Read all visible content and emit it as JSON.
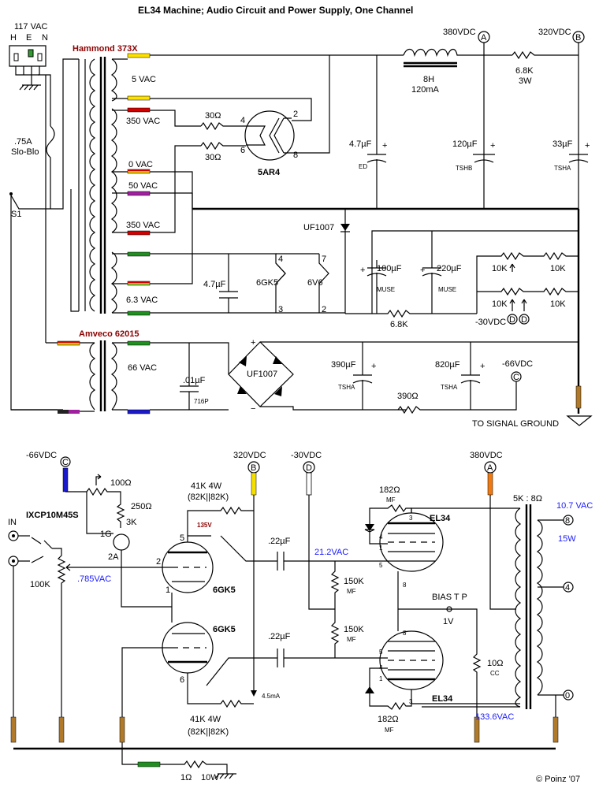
{
  "title": "EL34 Machine; Audio Circuit and Power Supply, One Channel",
  "copyright": "© Poinz '07",
  "mains": {
    "voltage": "117 VAC",
    "pins": [
      "H",
      "E",
      "N"
    ]
  },
  "fuse": {
    "line1": ".75A",
    "line2": "Slo-Blo"
  },
  "switch": "S1",
  "transformers": {
    "power": {
      "name": "Hammond 373X",
      "windings": [
        "5 VAC",
        "350 VAC",
        "0 VAC",
        "50 VAC",
        "350 VAC",
        "6.3 VAC"
      ],
      "color": "#8b0000"
    },
    "bias": {
      "name": "Amveco 62015",
      "winding": "66 VAC"
    },
    "output": {
      "ratio": "5K : 8Ω",
      "volt": "10.7 VAC",
      "power": "15W",
      "taps": [
        "8",
        "4",
        "0"
      ]
    }
  },
  "rectifier": {
    "tube": "5AR4",
    "resistors": [
      "30Ω",
      "30Ω"
    ],
    "pins": [
      "4",
      "2",
      "6",
      "8"
    ]
  },
  "supply": {
    "choke": [
      "8H",
      "120mA"
    ],
    "rail_a": "380VDC",
    "rail_b": "320VDC",
    "dropper": [
      "6.8K",
      "3W"
    ],
    "caps": [
      {
        "value": "4.7µF",
        "code": "ED"
      },
      {
        "value": "120µF",
        "code": "TSHB"
      },
      {
        "value": "33µF",
        "code": "TSHA"
      }
    ],
    "node_labels": [
      "A",
      "B",
      "C",
      "D"
    ]
  },
  "heater": {
    "diode": "UF1007",
    "cap": "4.7µF",
    "tubes": [
      "6GK5",
      "6V6"
    ],
    "pins": [
      "4",
      "7",
      "3",
      "2"
    ],
    "muse_caps": [
      {
        "value": "100µF",
        "code": "MUSE"
      },
      {
        "value": "220µF",
        "code": "MUSE"
      }
    ],
    "resistor": "6.8K",
    "pots": [
      "10K",
      "10K",
      "10K",
      "10K"
    ],
    "bias_out": "-30VDC"
  },
  "bias_supply": {
    "cap": ".01µF",
    "cap_code": "716P",
    "bridge": "UF1007",
    "caps": [
      {
        "value": "390µF",
        "code": "TSHA"
      },
      {
        "value": "820µF",
        "code": "TSHA"
      }
    ],
    "resistor": "390Ω",
    "out": "-66VDC"
  },
  "ground_label": "TO SIGNAL GROUND",
  "audio": {
    "input": "IN",
    "volume": "100K",
    "input_v": ".785VAC",
    "ccs": "IXCP10M45S",
    "ccs_r": [
      "100Ω",
      "250Ω",
      "3K"
    ],
    "ccs_pins": [
      "1G",
      "2A"
    ],
    "neg66": "-66VDC",
    "b320": "320VDC",
    "neg30": "-30VDC",
    "a380": "380VDC",
    "fb_r_top": [
      "41K 4W",
      "(82K||82K)"
    ],
    "fb_r_bot": [
      "41K 4W",
      "(82K||82K)"
    ],
    "plate_v": "135V",
    "driver_tubes": [
      "6GK5",
      "6GK5"
    ],
    "driver_pins": [
      "5",
      "2",
      "1",
      "6"
    ],
    "coupling_caps": [
      ".22µF",
      ".22µF"
    ],
    "grid_v": "21.2VAC",
    "grid_r": [
      {
        "value": "150K",
        "code": "MF"
      },
      {
        "value": "150K",
        "code": "MF"
      }
    ],
    "current": "4.5mA",
    "fb_top": {
      "value": "182Ω",
      "code": "MF"
    },
    "fb_bot": {
      "value": "182Ω",
      "code": "MF"
    },
    "power_tubes": [
      "EL34",
      "EL34"
    ],
    "power_pins": [
      "3",
      "4",
      "1",
      "5",
      "8",
      "8",
      "5",
      "4",
      "1",
      "3"
    ],
    "bias_tp": "BIAS T P",
    "bias_v": "1V",
    "cathode_r": {
      "value": "10Ω",
      "code": "CC"
    },
    "ac_v": "133.6VAC",
    "ground_r": [
      "1Ω",
      "10W"
    ]
  },
  "colors": {
    "wire": "#000000",
    "label_red": "#8b0000",
    "annot_blue": "#1a1aff"
  }
}
